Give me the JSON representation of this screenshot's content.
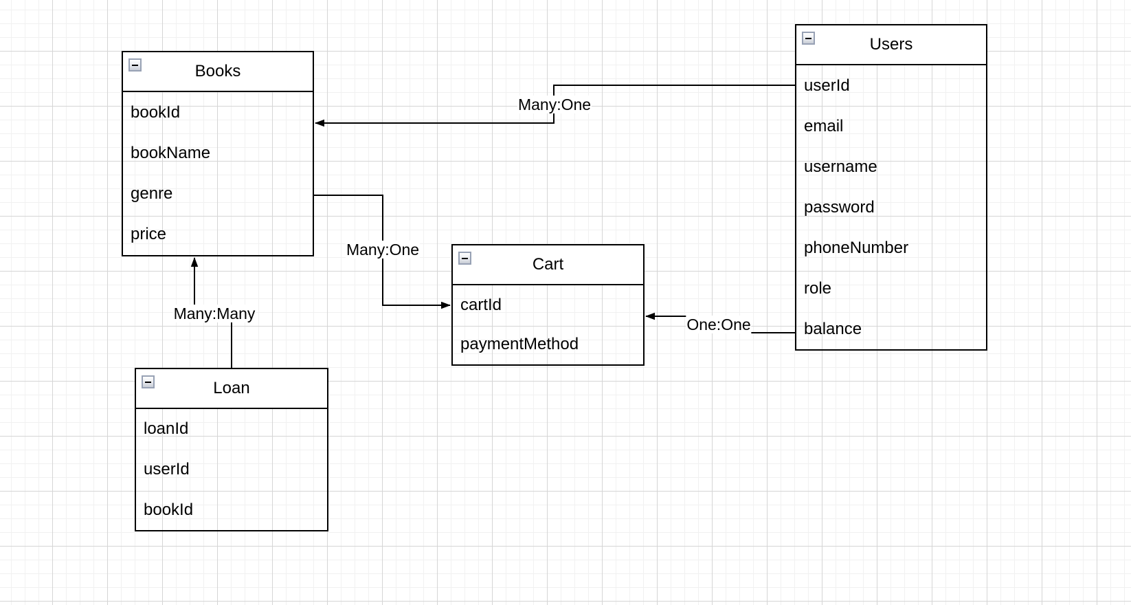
{
  "diagram": {
    "type": "entity-relationship",
    "colors": {
      "background": "#ffffff",
      "grid_minor": "#f1f1f1",
      "grid_major": "#d5d5d5",
      "table_border": "#000000",
      "header_fill": "#ffffff",
      "edge_line": "#000000",
      "text": "#000000",
      "collapse_icon_border": "#97a1b4"
    }
  },
  "tables": {
    "books": {
      "title": "Books",
      "fields": [
        "bookId",
        "bookName",
        "genre",
        "price"
      ]
    },
    "users": {
      "title": "Users",
      "fields": [
        "userId",
        "email",
        "username",
        "password",
        "phoneNumber",
        "role",
        "balance"
      ]
    },
    "cart": {
      "title": "Cart",
      "fields": [
        "cartId",
        "paymentMethod"
      ]
    },
    "loan": {
      "title": "Loan",
      "fields": [
        "loanId",
        "userId",
        "bookId"
      ]
    }
  },
  "relationships": [
    {
      "label": "Many:One",
      "from": "Users.userId",
      "to": "Books"
    },
    {
      "label": "Many:One",
      "from": "Books.genre",
      "to": "Cart.cartId"
    },
    {
      "label": "One:One",
      "from": "Users.balance",
      "to": "Cart"
    },
    {
      "label": "Many:Many",
      "from": "Loan",
      "to": "Books"
    }
  ],
  "icons": {
    "collapse": "collapse-minus-icon"
  }
}
